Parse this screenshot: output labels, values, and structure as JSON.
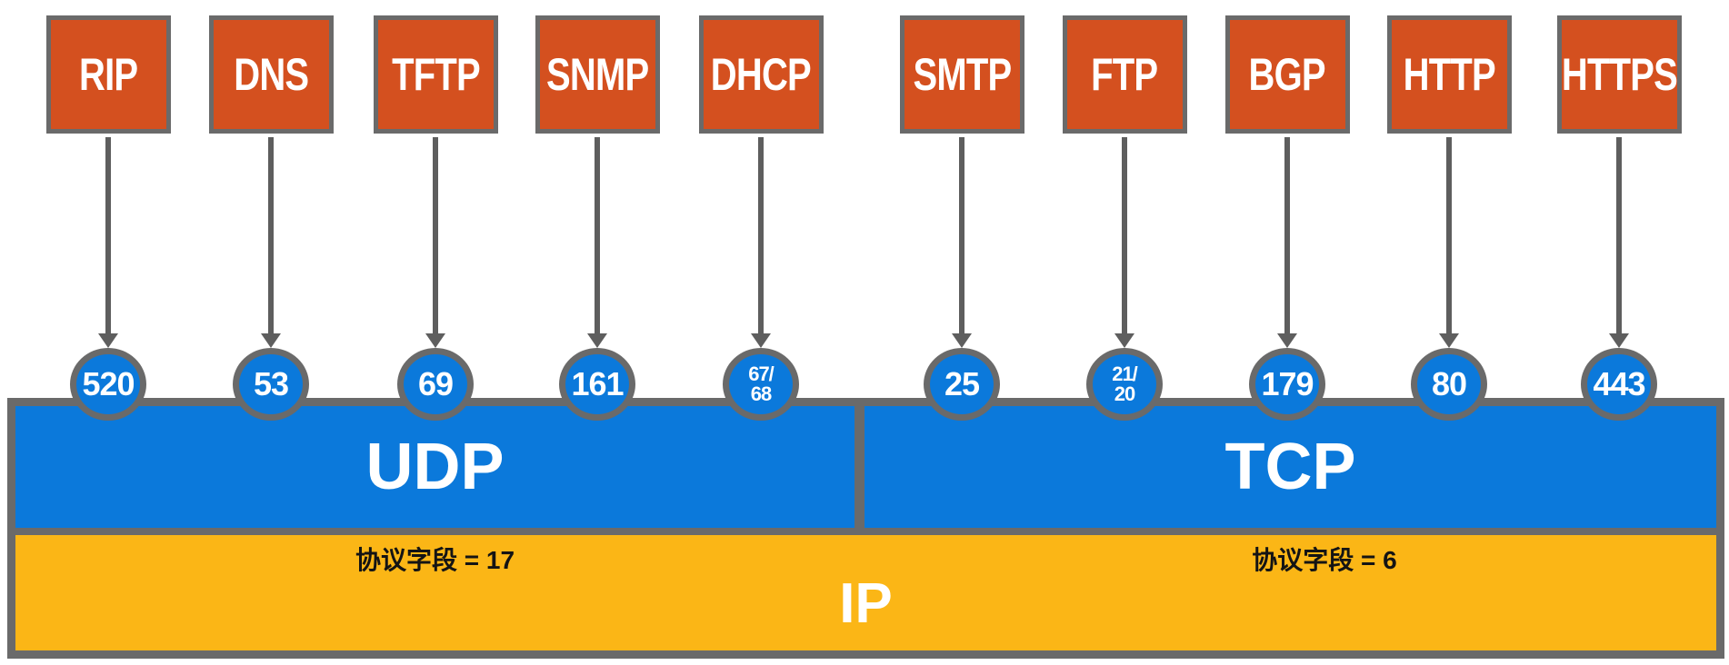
{
  "columns": [
    {
      "protocol": "RIP",
      "port": "520"
    },
    {
      "protocol": "DNS",
      "port": "53"
    },
    {
      "protocol": "TFTP",
      "port": "69"
    },
    {
      "protocol": "SNMP",
      "port": "161"
    },
    {
      "protocol": "DHCP",
      "port": "67/\n68"
    },
    {
      "protocol": "SMTP",
      "port": "25"
    },
    {
      "protocol": "FTP",
      "port": "21/\n20"
    },
    {
      "protocol": "BGP",
      "port": "179"
    },
    {
      "protocol": "HTTP",
      "port": "80"
    },
    {
      "protocol": "HTTPS",
      "port": "443"
    }
  ],
  "layers": {
    "udp_label": "UDP",
    "tcp_label": "TCP",
    "ip_label": "IP",
    "udp_field_note": "协议字段 = 17",
    "tcp_field_note": "协议字段 = 6"
  },
  "colors": {
    "bg": "#ffffff",
    "box": "#d4501f",
    "blue": "#0b79db",
    "orange": "#fbb616",
    "border": "#6a6a6a",
    "arrow": "#5e5e5e",
    "note": "#141414"
  }
}
